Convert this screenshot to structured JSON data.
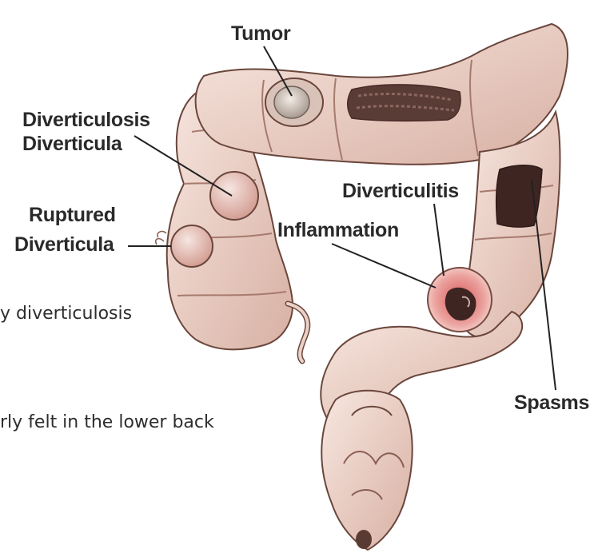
{
  "labels": {
    "tumor": "Tumor",
    "diverticulosis": "Diverticulosis",
    "diverticula": "Diverticula",
    "ruptured": "Ruptured",
    "ruptured_diverticula": "Diverticula",
    "diverticulitis": "Diverticulitis",
    "inflammation": "Inflammation",
    "spasms": "Spasms"
  },
  "side_text": {
    "line1": "y diverticulosis",
    "line2": "rly felt in the lower back"
  },
  "colors": {
    "tissue": "#f1dcd3",
    "tissue_shadow": "#c9a296",
    "outline": "#5a3b33",
    "inflamed": "#e89a95",
    "dark_interior": "#4a2a26",
    "text": "#2a2a2a"
  }
}
